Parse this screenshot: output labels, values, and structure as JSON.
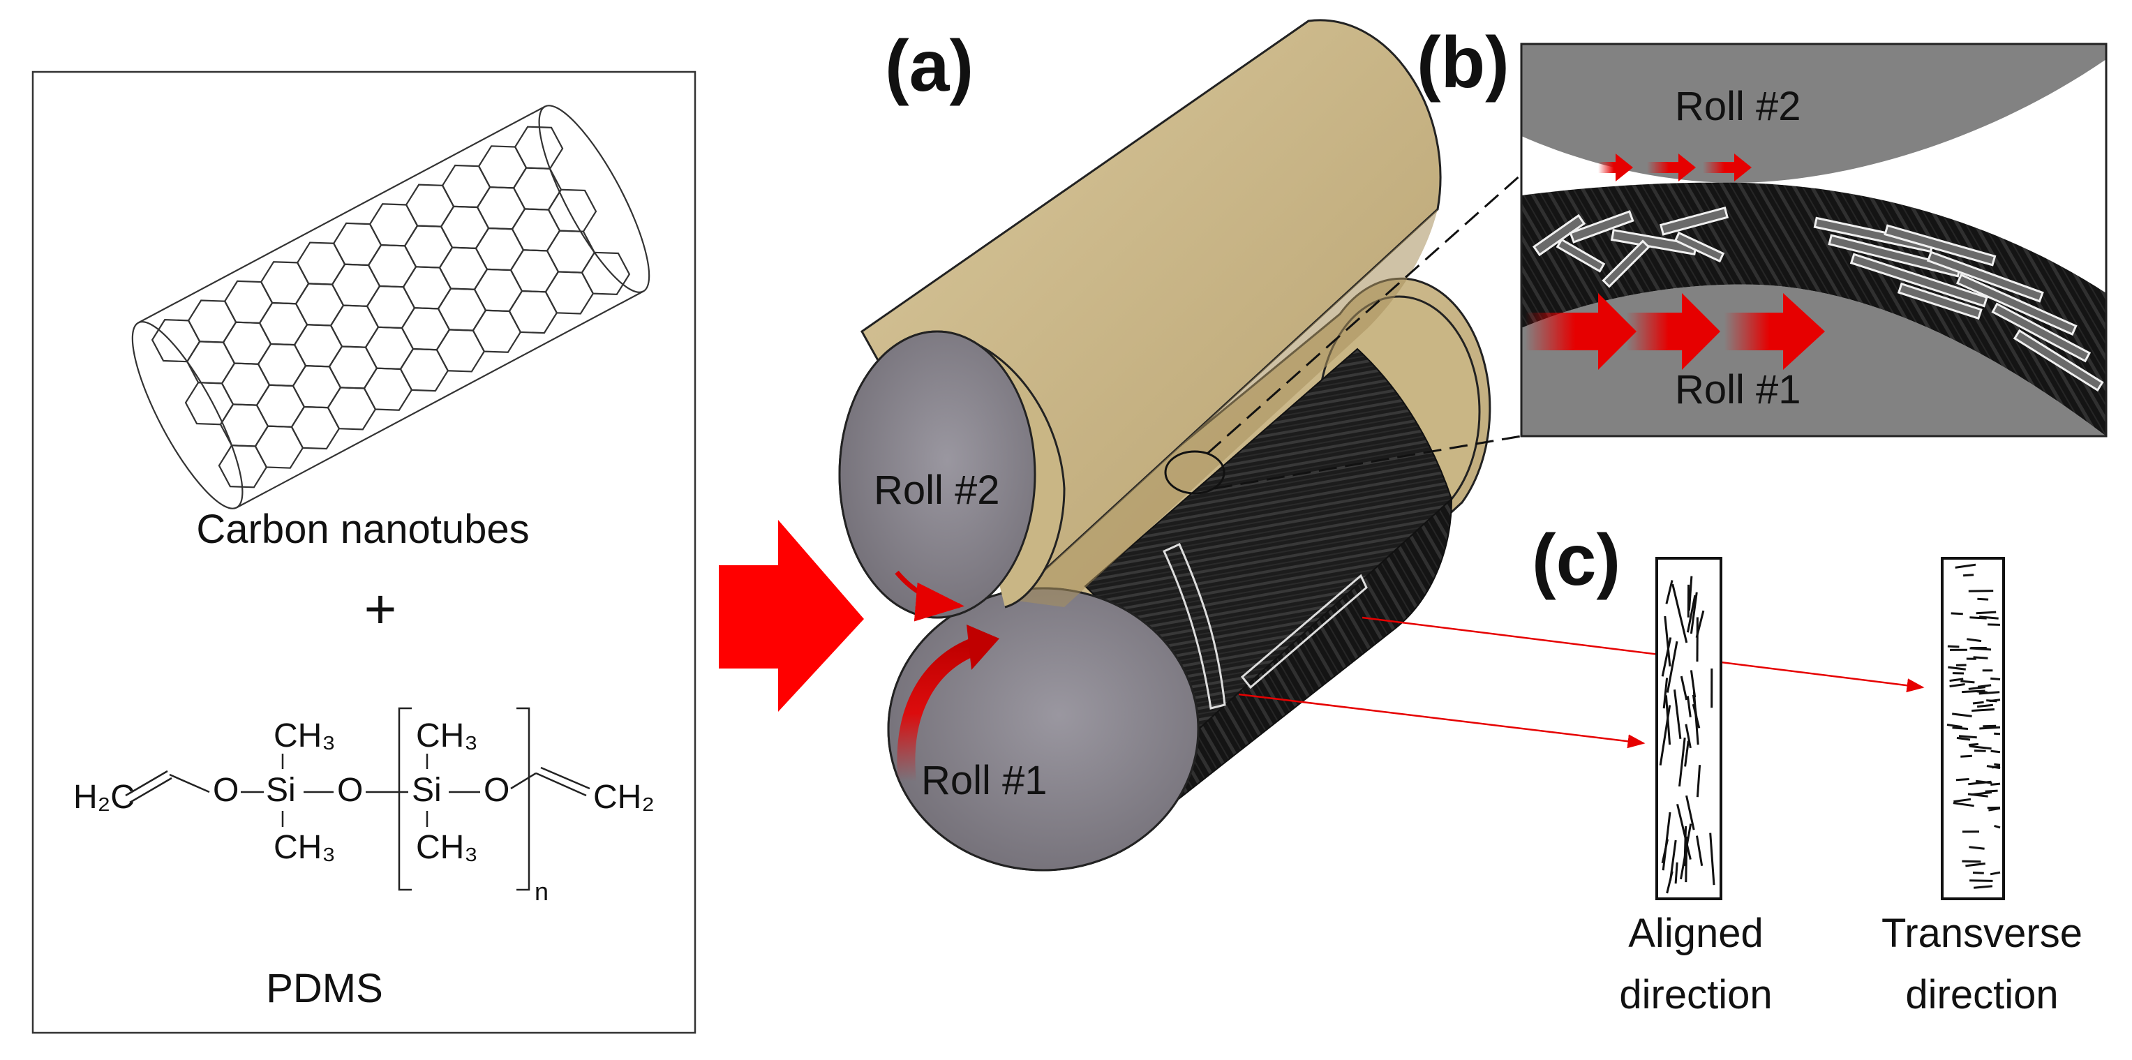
{
  "left_panel": {
    "cnt_label": "Carbon nanotubes",
    "plus": "+",
    "pdms_label": "PDMS",
    "formula": {
      "h2c": "H₂C",
      "o1": "O",
      "si1": "Si",
      "ch3_top1": "CH₃",
      "ch3_bot1": "CH₃",
      "o2": "O",
      "si2": "Si",
      "ch3_top2": "CH₃",
      "ch3_bot2": "CH₃",
      "o3": "O",
      "ch2": "CH₂",
      "n": "n"
    }
  },
  "panels": {
    "a": "(a)",
    "b": "(b)",
    "c": "(c)"
  },
  "rolls": {
    "roll2": "Roll #2",
    "roll1": "Roll #1"
  },
  "inset": {
    "roll2": "Roll #2",
    "roll1": "Roll #1"
  },
  "orientation": {
    "aligned": [
      "Aligned",
      "direction"
    ],
    "transverse": [
      "Transverse",
      "direction"
    ]
  },
  "colors": {
    "roll_body": "#cbb887",
    "roll_end": "#86828a",
    "film": "#1c1c1c",
    "arrow": "#e60000",
    "inset_gray": "#828282"
  }
}
